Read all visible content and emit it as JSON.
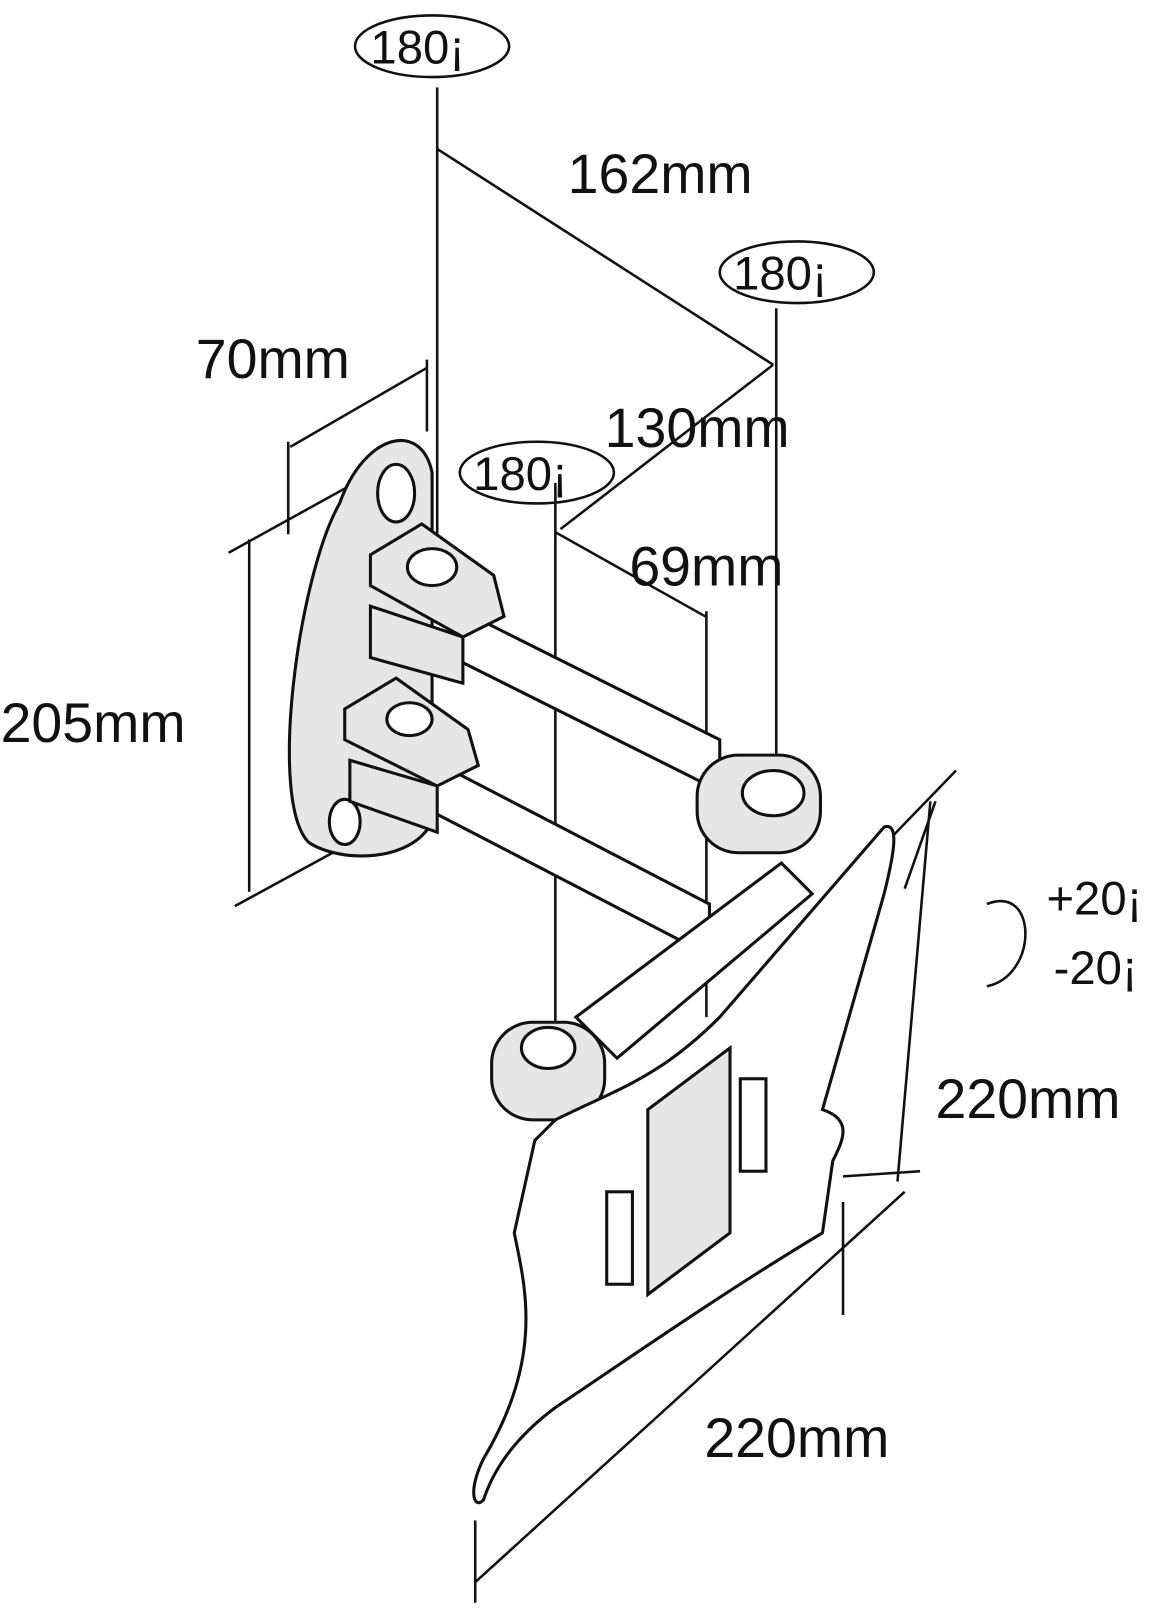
{
  "diagram": {
    "rotation_labels": {
      "top": "180¡",
      "middle_right": "180¡",
      "middle": "180¡"
    },
    "dimensions": {
      "arm_length_upper": "162mm",
      "arm_length_lower": "130mm",
      "wall_plate_width": "70mm",
      "joint_offset": "69mm",
      "wall_plate_height": "205mm",
      "vesa_height": "220mm",
      "vesa_width": "220mm"
    },
    "tilt": {
      "up": "+20¡",
      "down": "-20¡"
    }
  }
}
